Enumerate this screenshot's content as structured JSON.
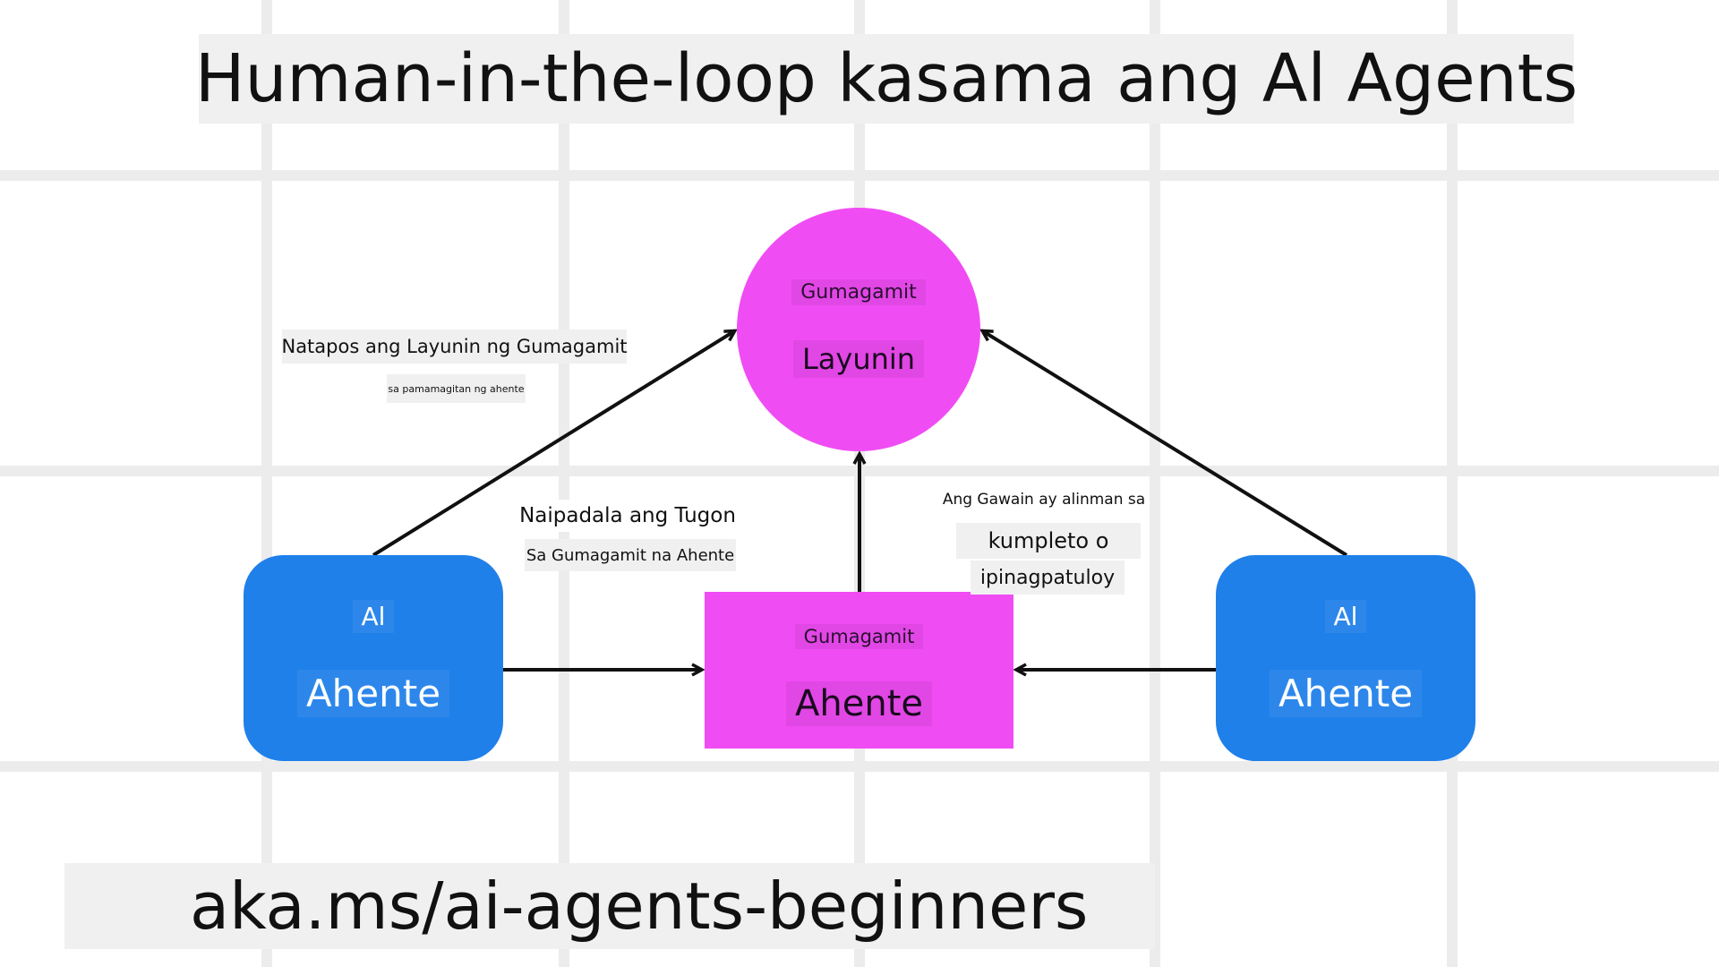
{
  "title": "Human-in-the-loop kasama ang Al Agents",
  "url": "aka.ms/ai-agents-beginners",
  "nodes": {
    "user_goal": {
      "small": "Gumagamit",
      "big": "Layunin"
    },
    "user_agent": {
      "small": "Gumagamit",
      "big": "Ahente"
    },
    "ai_agent_left": {
      "small": "Al",
      "big": "Ahente"
    },
    "ai_agent_right": {
      "small": "Al",
      "big": "Ahente"
    }
  },
  "edge_labels": {
    "goal_done": "Natapos ang Layunin ng Gumagamit",
    "goal_done_sub": "sa pamamagitan ng ahente",
    "response_sent": "Naipadala ang Tugon",
    "response_sent_sub": "Sa Gumagamit na Ahente",
    "task_either": "Ang Gawain ay alinman sa",
    "task_complete": "kumpleto o",
    "task_continued": "ipinagpatuloy"
  },
  "colors": {
    "user_node": "#f04cf4",
    "ai_node": "#2080ea",
    "arrow": "#111111",
    "label_bg": "#f0f0f0",
    "grid": "#ececec"
  }
}
